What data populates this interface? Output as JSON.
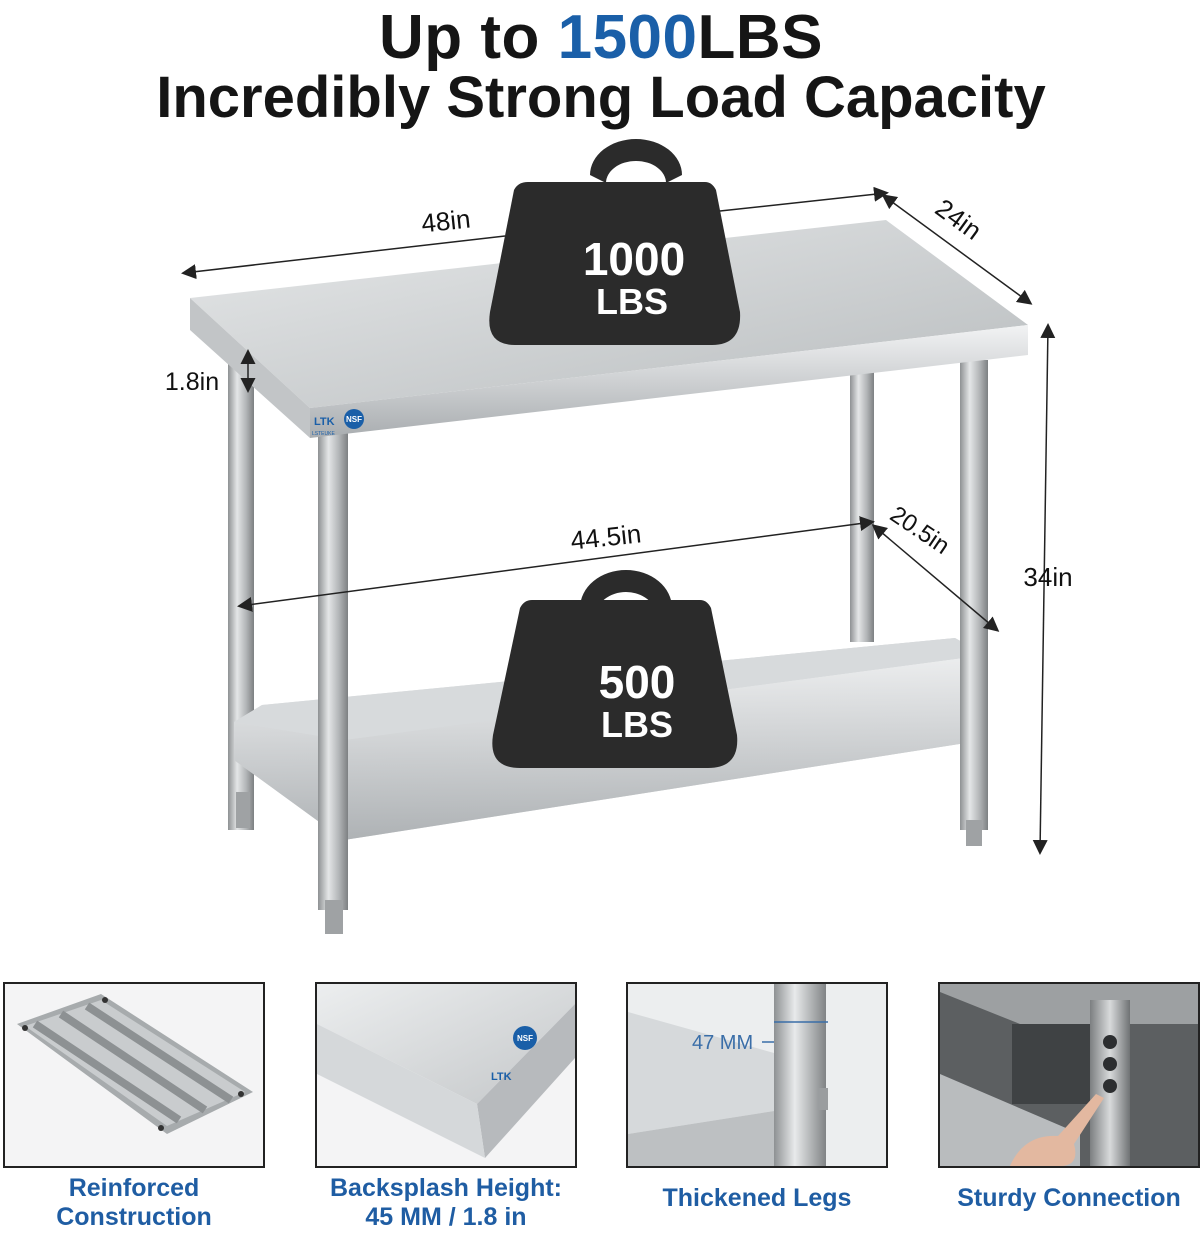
{
  "headline": {
    "prefix": "Up to ",
    "number": "1500",
    "unit": "LBS",
    "subline": "Incredibly Strong Load Capacity"
  },
  "dimensions": {
    "top_width": "48in",
    "top_depth": "24in",
    "top_thickness": "1.8in",
    "shelf_width": "44.5in",
    "shelf_depth": "20.5in",
    "height": "34in"
  },
  "weights": {
    "top": {
      "value": "1000",
      "unit": "LBS"
    },
    "bottom": {
      "value": "500",
      "unit": "LBS"
    }
  },
  "badges": {
    "brand": "LTK",
    "brand_sub": "LSTEUKE",
    "cert": "NSF"
  },
  "features": [
    {
      "line1": "Reinforced",
      "line2": "Construction"
    },
    {
      "line1": "Backsplash Height:",
      "line2": "45 MM / 1.8 in"
    },
    {
      "line1": "Thickened Legs",
      "line2": ""
    },
    {
      "line1": "Sturdy Connection",
      "line2": ""
    }
  ],
  "callouts": {
    "leg_diameter": "47 MM"
  },
  "colors": {
    "accent": "#1a5fa8",
    "caption": "#1f5da3",
    "weight": "#2b2b2b",
    "steel": "#c9ccce"
  }
}
